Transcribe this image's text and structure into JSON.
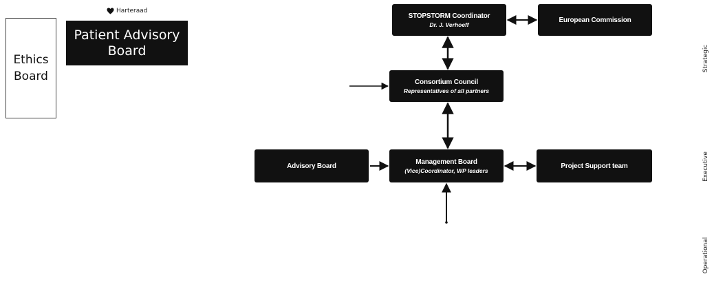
{
  "diagram": {
    "nodes": {
      "stopstorm": {
        "title": "STOPSTORM Coordinator",
        "subtitle": "Dr. J. Verhoeff"
      },
      "european_commission": {
        "title": "European Commission"
      },
      "consortium_council": {
        "title": "Consortium Council",
        "subtitle": "Representatives of all partners"
      },
      "management_board": {
        "title": "Management Board",
        "subtitle": "(Vice)Coordinator, WP leaders"
      },
      "advisory_board": {
        "title": "Advisory Board"
      },
      "project_support": {
        "title": "Project Support team"
      },
      "ethics_board": {
        "label": "Ethics\nBoard"
      },
      "patient_advisory_board": {
        "label": "Patient Advisory\nBoard"
      }
    },
    "logo": {
      "text": "Harteraad",
      "icon": "heart-icon"
    },
    "levels": {
      "strategic": "Strategic",
      "executive": "Executive",
      "operational": "Operational"
    },
    "edges": [
      {
        "from": "stopstorm",
        "to": "european_commission",
        "style": "bidirectional"
      },
      {
        "from": "stopstorm",
        "to": "consortium_council",
        "style": "bidirectional"
      },
      {
        "from": "consortium_council",
        "to": "management_board",
        "style": "bidirectional"
      },
      {
        "from": "management_board",
        "to": "project_support",
        "style": "bidirectional"
      },
      {
        "from": "advisory_board",
        "to": "management_board",
        "style": "unidirectional"
      },
      {
        "from": "external_left",
        "to": "consortium_council",
        "style": "unidirectional"
      },
      {
        "from": "external_below",
        "to": "management_board",
        "style": "unidirectional"
      }
    ],
    "colors": {
      "node_fill": "#111111",
      "node_text": "#ffffff",
      "edge": "#111111"
    }
  }
}
